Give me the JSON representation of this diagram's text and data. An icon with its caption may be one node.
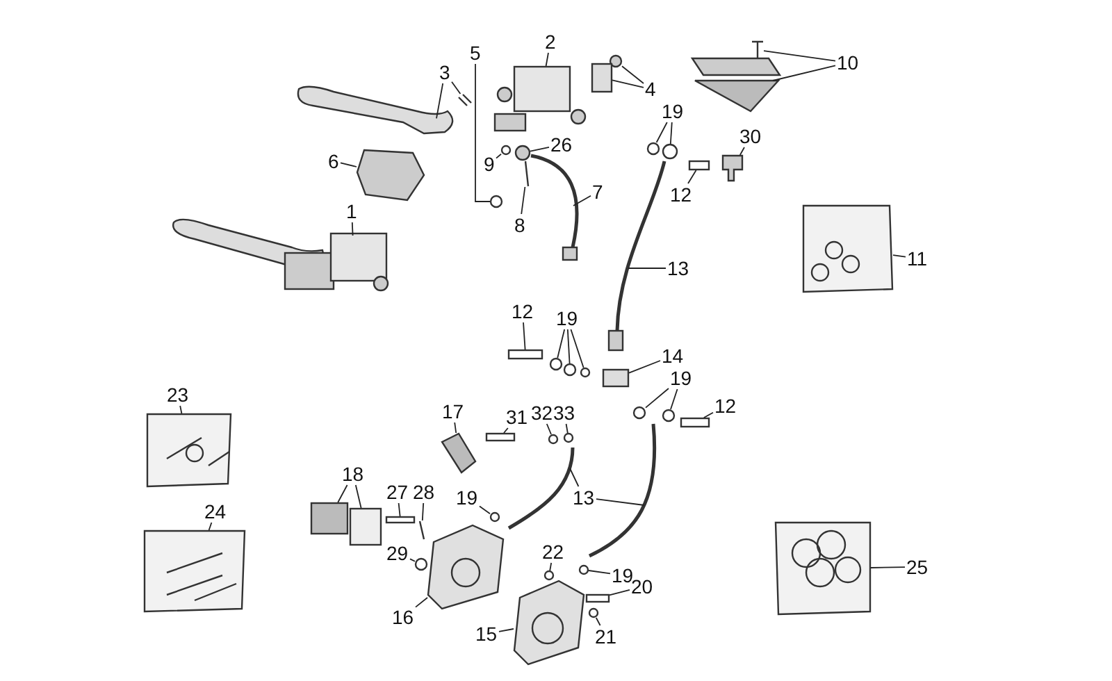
{
  "diagram": {
    "nodes": [
      {
        "text": [
          "1"
        ]
      },
      {
        "text": [
          "2"
        ]
      },
      {
        "text": [
          "3"
        ]
      },
      {
        "text": [
          "4"
        ]
      },
      {
        "text": [
          "5"
        ]
      },
      {
        "text": [
          "6"
        ]
      },
      {
        "text": [
          "7"
        ]
      },
      {
        "text": [
          "8"
        ]
      },
      {
        "text": [
          "9"
        ]
      },
      {
        "text": [
          "26"
        ]
      },
      {
        "text": [
          "10"
        ]
      },
      {
        "text": [
          "11"
        ]
      },
      {
        "text": [
          "12"
        ]
      },
      {
        "text": [
          "13"
        ]
      },
      {
        "text": [
          "19"
        ]
      },
      {
        "text": [
          "30"
        ]
      },
      {
        "text": [
          "12"
        ]
      },
      {
        "text": [
          "19"
        ]
      },
      {
        "text": [
          "14"
        ]
      },
      {
        "text": [
          "31"
        ]
      },
      {
        "text": [
          "32"
        ]
      },
      {
        "text": [
          "33"
        ]
      },
      {
        "text": [
          "19"
        ]
      },
      {
        "text": [
          "12"
        ]
      },
      {
        "text": [
          "17"
        ]
      },
      {
        "text": [
          "13"
        ]
      },
      {
        "text": [
          "18"
        ]
      },
      {
        "text": [
          "27"
        ]
      },
      {
        "text": [
          "28"
        ]
      },
      {
        "text": [
          "29"
        ]
      },
      {
        "text": [
          "19"
        ]
      },
      {
        "text": [
          "16"
        ]
      },
      {
        "text": [
          "22"
        ]
      },
      {
        "text": [
          "19"
        ]
      },
      {
        "text": [
          "20"
        ]
      },
      {
        "text": [
          "21"
        ]
      },
      {
        "text": [
          "15"
        ]
      },
      {
        "text": [
          "23"
        ]
      },
      {
        "text": [
          "24"
        ]
      },
      {
        "text": [
          "25"
        ]
      },
      {
        "text": [],
        "shape": "picture"
      },
      {
        "text": [],
        "shape": "picture"
      },
      {
        "text": [],
        "shape": "picture"
      },
      {
        "text": [],
        "shape": "picture"
      },
      {
        "text": [],
        "shape": "circle"
      },
      {
        "text": [],
        "shape": "box"
      },
      {
        "text": [],
        "shape": "circle"
      },
      {
        "text": [],
        "shape": "picture"
      },
      {
        "text": [],
        "shape": "picture"
      },
      {
        "text": [],
        "shape": "picture"
      },
      {
        "text": [],
        "shape": "circle"
      },
      {
        "text": [],
        "shape": "circle"
      },
      {
        "text": [],
        "shape": "picture"
      },
      {
        "text": [],
        "shape": "picture"
      },
      {
        "text": [],
        "shape": "picture"
      },
      {
        "text": [],
        "shape": "box"
      },
      {
        "text": [],
        "shape": "picture"
      },
      {
        "text": [],
        "shape": "circle"
      },
      {
        "text": [],
        "shape": "circle"
      },
      {
        "text": [],
        "shape": "picture"
      },
      {
        "text": [],
        "shape": "box"
      },
      {
        "text": [],
        "shape": "circle"
      },
      {
        "text": [],
        "shape": "circle"
      },
      {
        "text": [],
        "shape": "circle"
      },
      {
        "text": [],
        "shape": "box"
      },
      {
        "text": [],
        "shape": "box"
      },
      {
        "text": [],
        "shape": "circle"
      },
      {
        "text": [],
        "shape": "circle"
      },
      {
        "text": [],
        "shape": "circle"
      },
      {
        "text": [],
        "shape": "circle"
      },
      {
        "text": [],
        "shape": "box"
      },
      {
        "text": [],
        "shape": "picture"
      },
      {
        "text": [],
        "shape": "picture"
      },
      {
        "text": [],
        "shape": "picture"
      },
      {
        "text": [],
        "shape": "box"
      },
      {
        "text": [],
        "shape": "box"
      },
      {
        "text": [],
        "shape": "box"
      },
      {
        "text": [],
        "shape": "picture"
      },
      {
        "text": [],
        "shape": "circle"
      },
      {
        "text": [],
        "shape": "circle"
      },
      {
        "text": [],
        "shape": "picture"
      },
      {
        "text": [],
        "shape": "circle"
      },
      {
        "text": [],
        "shape": "circle"
      },
      {
        "text": [],
        "shape": "box"
      },
      {
        "text": [],
        "shape": "circle"
      },
      {
        "text": [],
        "shape": "picture"
      },
      {
        "text": [],
        "shape": "picture"
      },
      {
        "text": [],
        "shape": "picture"
      },
      {
        "text": [],
        "shape": "picture"
      }
    ],
    "edges": [
      {
        "from": 0,
        "to": 40,
        "arrow": "none"
      },
      {
        "from": 1,
        "to": 41,
        "arrow": "none"
      },
      {
        "from": 2,
        "to": 42,
        "arrow": "none"
      },
      {
        "from": 2,
        "to": 43,
        "arrow": "none"
      },
      {
        "from": 3,
        "to": 44,
        "arrow": "none"
      },
      {
        "from": 3,
        "to": 45,
        "arrow": "none"
      },
      {
        "from": 4,
        "to": 46,
        "arrow": "none"
      },
      {
        "from": 5,
        "to": 47,
        "arrow": "none"
      },
      {
        "from": 6,
        "to": 48,
        "arrow": "none"
      },
      {
        "from": 7,
        "to": 49,
        "arrow": "none"
      },
      {
        "from": 8,
        "to": 50,
        "arrow": "none"
      },
      {
        "from": 9,
        "to": 51,
        "arrow": "none"
      },
      {
        "from": 10,
        "to": 52,
        "arrow": "none"
      },
      {
        "from": 10,
        "to": 53,
        "arrow": "none"
      },
      {
        "from": 11,
        "to": 54,
        "arrow": "none"
      },
      {
        "from": 12,
        "to": 55,
        "arrow": "none"
      },
      {
        "from": 13,
        "to": 56,
        "arrow": "none"
      },
      {
        "from": 14,
        "to": 57,
        "arrow": "none"
      },
      {
        "from": 14,
        "to": 58,
        "arrow": "none"
      },
      {
        "from": 15,
        "to": 59,
        "arrow": "none"
      },
      {
        "from": 16,
        "to": 60,
        "arrow": "none"
      },
      {
        "from": 17,
        "to": 61,
        "arrow": "none"
      },
      {
        "from": 17,
        "to": 62,
        "arrow": "none"
      },
      {
        "from": 17,
        "to": 63,
        "arrow": "none"
      },
      {
        "from": 18,
        "to": 64,
        "arrow": "none"
      },
      {
        "from": 19,
        "to": 65,
        "arrow": "none"
      },
      {
        "from": 20,
        "to": 66,
        "arrow": "none"
      },
      {
        "from": 21,
        "to": 67,
        "arrow": "none"
      },
      {
        "from": 22,
        "to": 68,
        "arrow": "none"
      },
      {
        "from": 22,
        "to": 69,
        "arrow": "none"
      },
      {
        "from": 23,
        "to": 70,
        "arrow": "none"
      },
      {
        "from": 24,
        "to": 71,
        "arrow": "none"
      },
      {
        "from": 25,
        "to": 72,
        "arrow": "none"
      },
      {
        "from": 25,
        "to": 73,
        "arrow": "none"
      },
      {
        "from": 26,
        "to": 74,
        "arrow": "none"
      },
      {
        "from": 26,
        "to": 75,
        "arrow": "none"
      },
      {
        "from": 27,
        "to": 76,
        "arrow": "none"
      },
      {
        "from": 28,
        "to": 77,
        "arrow": "none"
      },
      {
        "from": 29,
        "to": 78,
        "arrow": "none"
      },
      {
        "from": 30,
        "to": 79,
        "arrow": "none"
      },
      {
        "from": 31,
        "to": 80,
        "arrow": "none"
      },
      {
        "from": 32,
        "to": 81,
        "arrow": "none"
      },
      {
        "from": 33,
        "to": 82,
        "arrow": "none"
      },
      {
        "from": 34,
        "to": 83,
        "arrow": "none"
      },
      {
        "from": 35,
        "to": 84,
        "arrow": "none"
      },
      {
        "from": 36,
        "to": 85,
        "arrow": "none"
      },
      {
        "from": 37,
        "to": 86,
        "arrow": "none"
      },
      {
        "from": 38,
        "to": 87,
        "arrow": "none"
      },
      {
        "from": 39,
        "to": 88,
        "arrow": "none"
      }
    ]
  }
}
